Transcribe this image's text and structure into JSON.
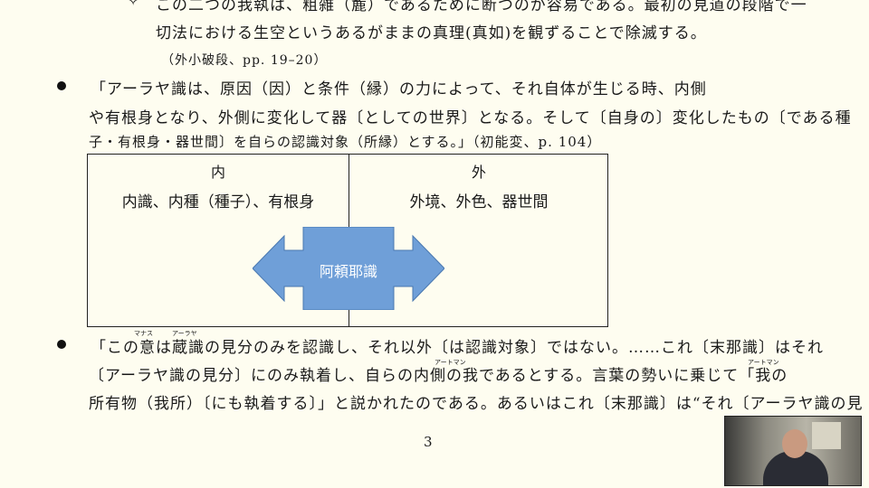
{
  "top_item": {
    "marker": "✧",
    "line1": "この二つの我執は、粗雑（麁）であるために断つのが容易である。最初の見道の段階で一",
    "line2": "切法における生空というあるがままの真理(真如)を観ずることで除滅する。",
    "cite": "（外小破段、pp. 19–20）"
  },
  "bullet1": {
    "line1": "「アーラヤ識は、原因（因）と条件（縁）の力によって、それ自体が生じる時、内側",
    "line2": "や有根身となり、外側に変化して器〔としての世界〕となる。そして〔自身の〕変化したもの〔である種",
    "line3": "子・有根身・器世間〕を自らの認識対象（所縁）とする。」（初能変、p. 104）"
  },
  "diagram": {
    "inner_header": "内",
    "outer_header": "外",
    "inner_content": "内識、内種（種子）、有根身",
    "outer_content": "外境、外色、器世間",
    "center_label": "阿頼耶識",
    "arrow_color": "#6f9fd8"
  },
  "bullet2": {
    "line1": "「この意は蔵識の見分のみを認識し、それ以外〔は認識対象〕ではない。……これ〔末那識〕はそれ",
    "line2": "〔アーラヤ識の見分〕にのみ執着し、自らの内側の我であるとする。言葉の勢いに乗じて「我の",
    "line3": "所有物（我所）〔にも執着する〕」と説かれたのである。あるいはこれ〔末那識〕は“それ〔アーラヤ識の見",
    "ruby_manas": "マナス",
    "ruby_alaya": "アーラヤ",
    "ruby_atman1": "アートマン",
    "ruby_atman2": "アートマン"
  },
  "page_number": "3"
}
